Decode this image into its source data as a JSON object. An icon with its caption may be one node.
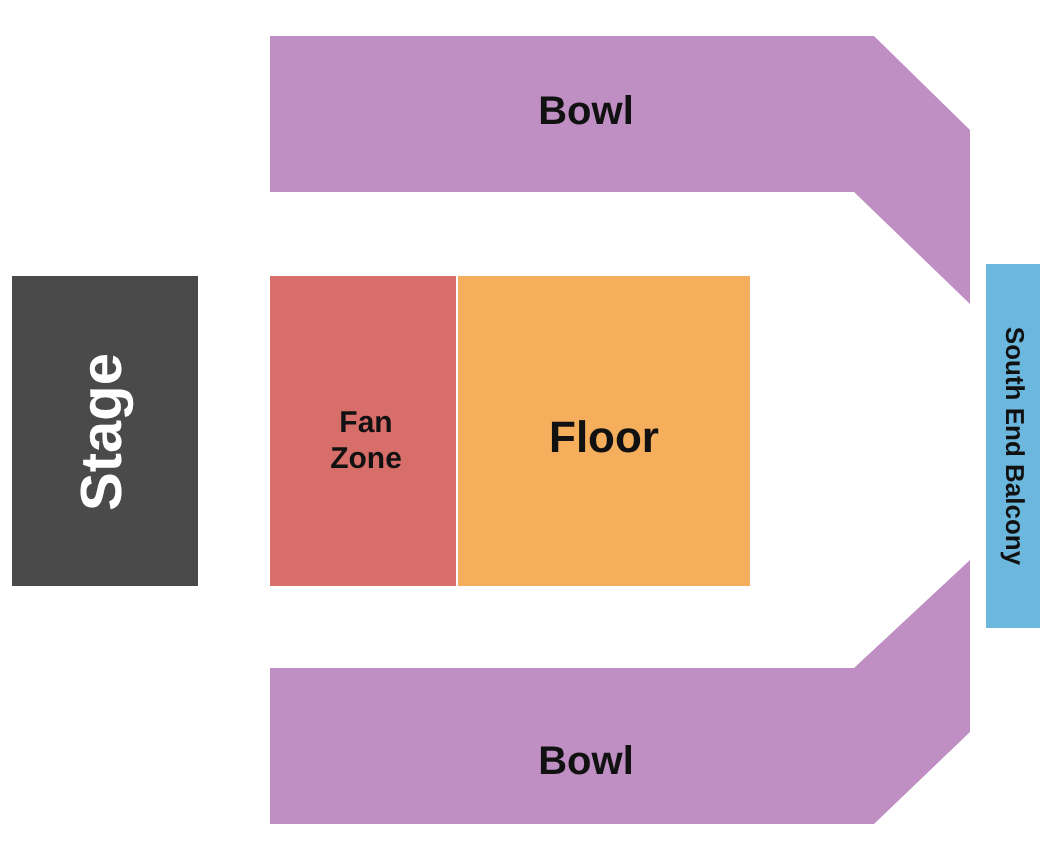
{
  "diagram": {
    "nodes": [
      {
        "text": [
          "Bowl"
        ]
      },
      {
        "text": [
          "Stage"
        ]
      },
      {
        "text": [
          "Fan Zone"
        ]
      },
      {
        "text": [
          "Floor"
        ]
      },
      {
        "text": [
          "South End Balcony"
        ]
      },
      {
        "text": [
          "Bowl"
        ]
      }
    ]
  }
}
